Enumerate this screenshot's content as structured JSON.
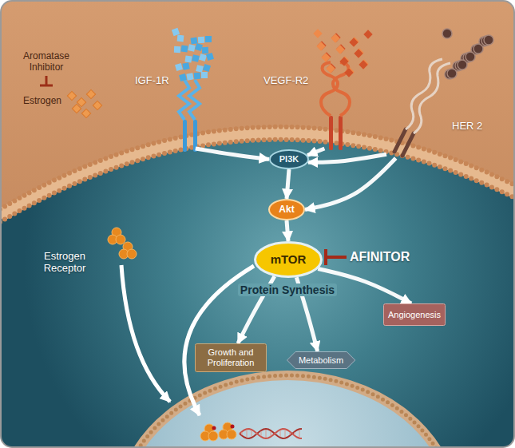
{
  "diagram": {
    "nodes": [
      {
        "text": [
          "IGF-1R"
        ]
      },
      {
        "text": [
          "VEGF-R2"
        ]
      },
      {
        "text": [
          "HER 2"
        ]
      },
      {
        "text": [
          "PI3K"
        ]
      },
      {
        "text": [
          "Akt"
        ]
      },
      {
        "text": [
          "mTOR"
        ]
      },
      {
        "text": [
          "Angiogenesis"
        ]
      },
      {
        "text": [
          "Growth and Proliferation"
        ]
      },
      {
        "text": [
          "Metabolism"
        ]
      }
    ],
    "edges": [
      {
        "from": 0,
        "to": 3,
        "arrow": "to"
      },
      {
        "from": 1,
        "to": 3,
        "arrow": "to"
      },
      {
        "from": 2,
        "to": 3,
        "arrow": "to"
      },
      {
        "from": 2,
        "to": 4,
        "arrow": "to"
      },
      {
        "from": 3,
        "to": 4,
        "arrow": "to"
      },
      {
        "from": 4,
        "to": 5,
        "arrow": "to"
      },
      {
        "from": 5,
        "to": 6,
        "arrow": "to"
      },
      {
        "from": 5,
        "to": 7,
        "arrow": "to"
      },
      {
        "from": 5,
        "to": 8,
        "arrow": "to"
      }
    ],
    "labels": [
      "Aromatase Inhibitor",
      "Estrogen",
      "Estrogen Receptor",
      "AFINITOR",
      "Protein Synthesis"
    ]
  }
}
